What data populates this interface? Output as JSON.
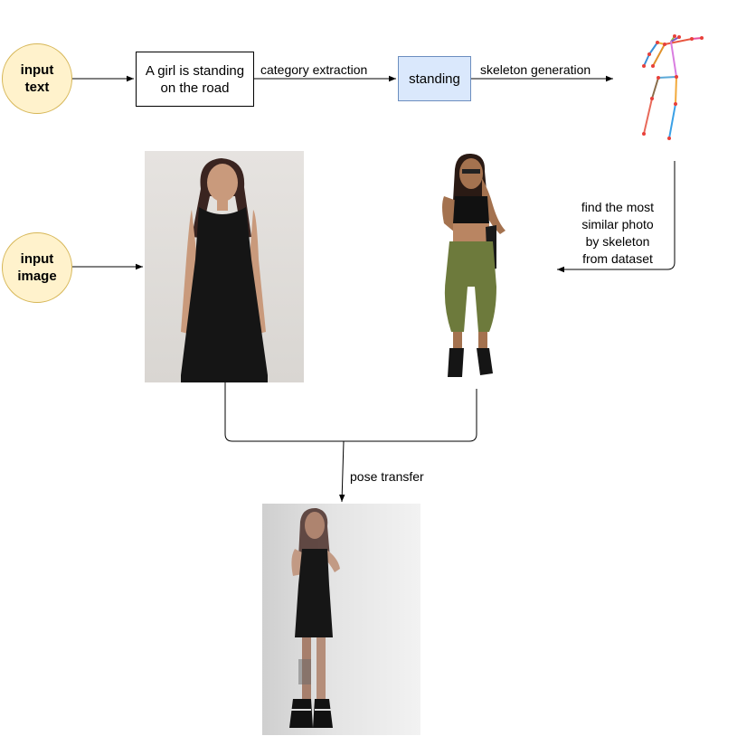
{
  "nodes": {
    "input_text": "input\ntext",
    "sentence": "A girl is standing on the road",
    "category": "standing",
    "input_image": "input\nimage"
  },
  "edges": {
    "category_extraction": "category extraction",
    "skeleton_generation": "skeleton generation",
    "find_similar": "find the most\nsimilar photo\nby skeleton\nfrom dataset",
    "pose_transfer": "pose transfer"
  },
  "colors": {
    "circle_fill": "#fff2cc",
    "circle_stroke": "#d6b656",
    "category_fill": "#dae8fc",
    "category_stroke": "#6c8ebf"
  },
  "icons": {
    "skeleton": "pose-skeleton-icon",
    "input_photo": "girl-black-dress-photo",
    "retrieved_photo": "girl-green-pants-photo",
    "output_photo": "pose-transferred-photo"
  }
}
